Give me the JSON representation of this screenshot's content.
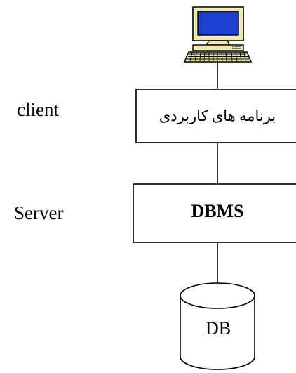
{
  "diagram": {
    "client_label": "client",
    "server_label": "Server",
    "app_box_text": "برنامه های کاربردی",
    "dbms_box_text": "DBMS",
    "db_text": "DB",
    "icons": {
      "computer": "computer-terminal-icon",
      "database": "database-cylinder-icon"
    },
    "colors": {
      "screen": "#1e3fd0",
      "case": "#efe9b4",
      "line": "#000000"
    }
  }
}
